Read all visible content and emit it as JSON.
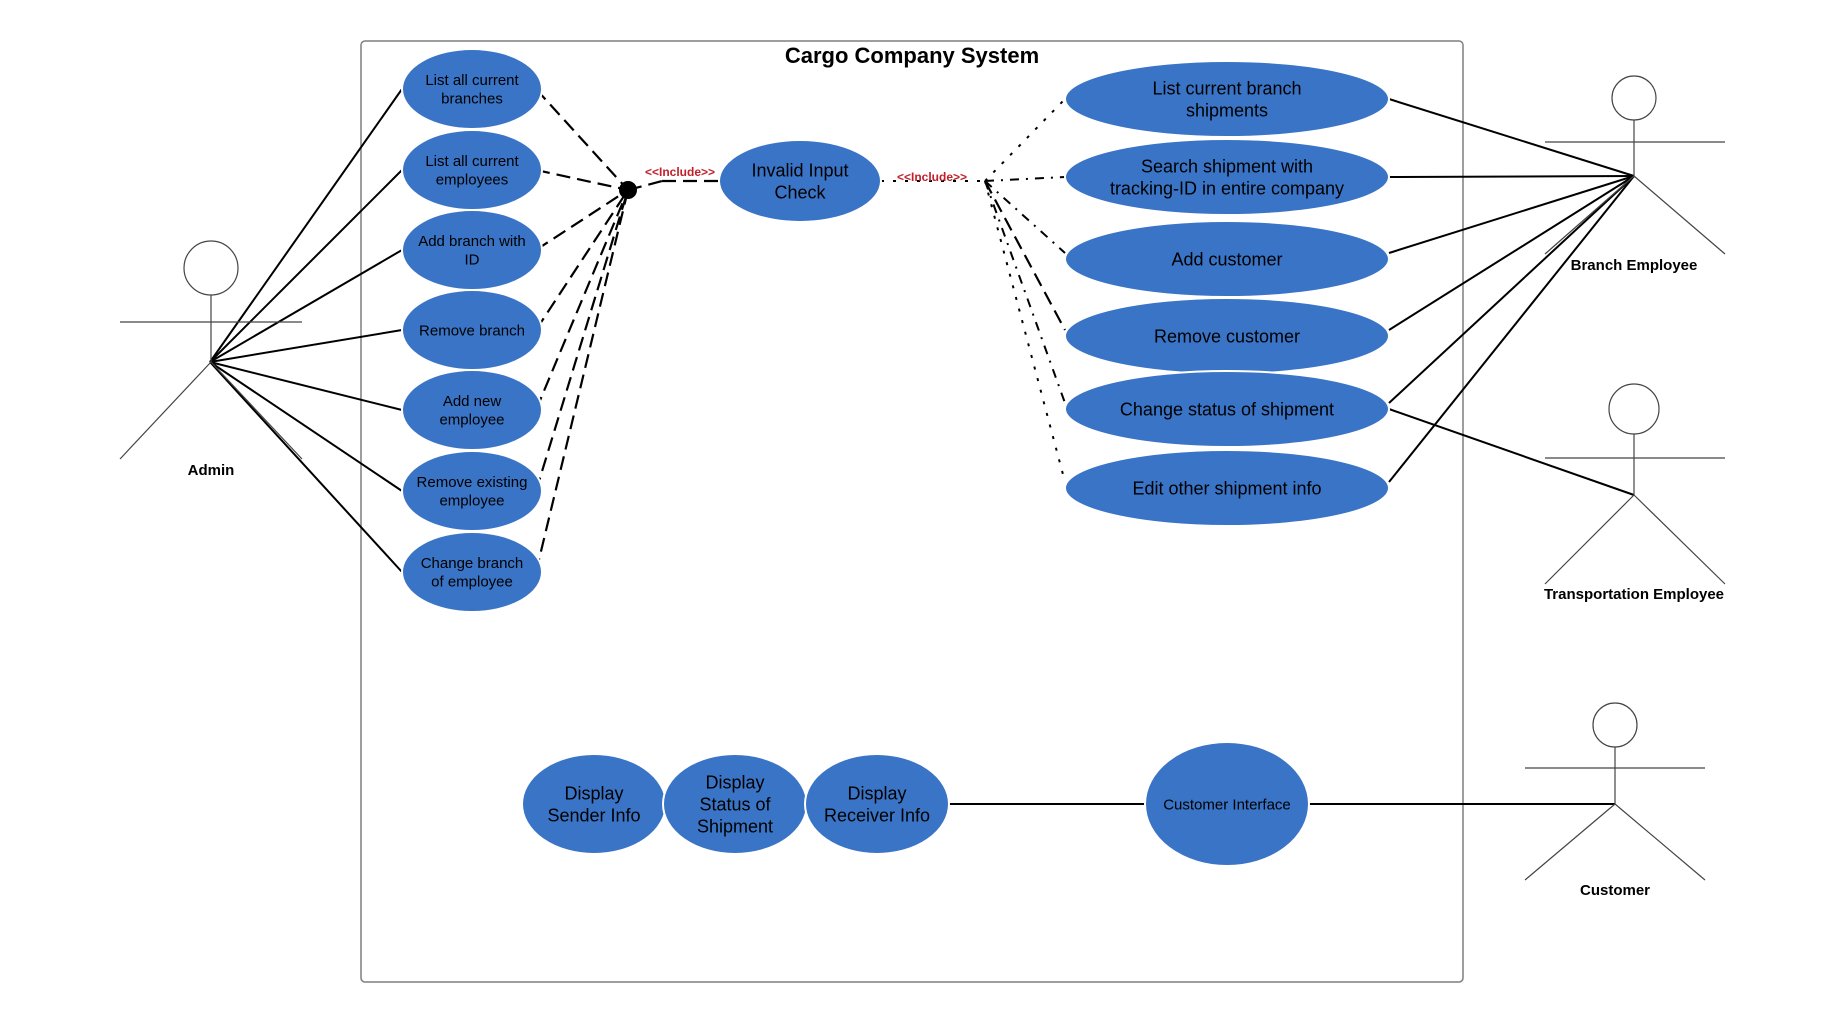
{
  "system": {
    "title": "Cargo Company System"
  },
  "actors": {
    "admin": "Admin",
    "branch_employee": "Branch Employee",
    "transportation_employee": "Transportation Employee",
    "customer": "Customer"
  },
  "admin_use_cases": [
    {
      "lines": [
        "List  all current",
        "branches"
      ]
    },
    {
      "lines": [
        "List   all current",
        "employees"
      ]
    },
    {
      "lines": [
        "Add  branch with",
        "ID"
      ]
    },
    {
      "lines": [
        "Remove  branch"
      ]
    },
    {
      "lines": [
        "Add  new",
        "employee"
      ]
    },
    {
      "lines": [
        "Remove  existing",
        "employee"
      ]
    },
    {
      "lines": [
        "Change  branch",
        "of employee"
      ]
    }
  ],
  "invalid_check": {
    "lines": [
      "Invalid Input",
      "Check"
    ]
  },
  "stereotypes": {
    "left": "<<Include>>",
    "right": "<<Include>>"
  },
  "employee_use_cases": [
    {
      "lines": [
        "List  current branch",
        "shipments"
      ]
    },
    {
      "lines": [
        "Search shipment with",
        "tracking-ID in entire company"
      ]
    },
    {
      "lines": [
        "Add customer"
      ]
    },
    {
      "lines": [
        "Remove customer"
      ]
    },
    {
      "lines": [
        "Change status of shipment"
      ]
    },
    {
      "lines": [
        "Edit  other shipment info"
      ]
    }
  ],
  "customer_use_cases": [
    {
      "lines": [
        "Display",
        "Sender  Info"
      ]
    },
    {
      "lines": [
        "Display",
        "Status of",
        "Shipment"
      ]
    },
    {
      "lines": [
        "Display",
        "Receiver Info"
      ]
    },
    {
      "lines": [
        "Customer Interface"
      ]
    }
  ],
  "colors": {
    "use_case_fill": "#3a74c6",
    "include_label": "#c0202a"
  }
}
